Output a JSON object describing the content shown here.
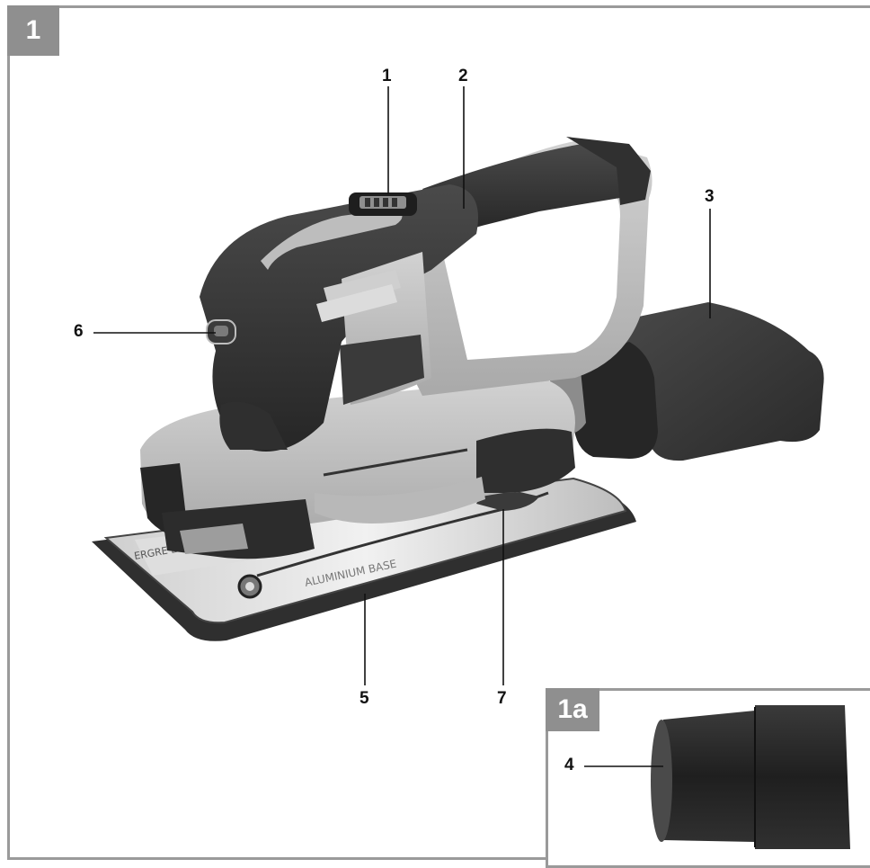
{
  "figure": {
    "label": "1"
  },
  "inset": {
    "label": "1a"
  },
  "callouts": {
    "c1": "1",
    "c2": "2",
    "c3": "3",
    "c4": "4",
    "c5": "5",
    "c6": "6",
    "c7": "7"
  },
  "product": {
    "base_text_1": "ERGRE·EASY",
    "base_text_2": "ALUMINIUM BASE"
  }
}
